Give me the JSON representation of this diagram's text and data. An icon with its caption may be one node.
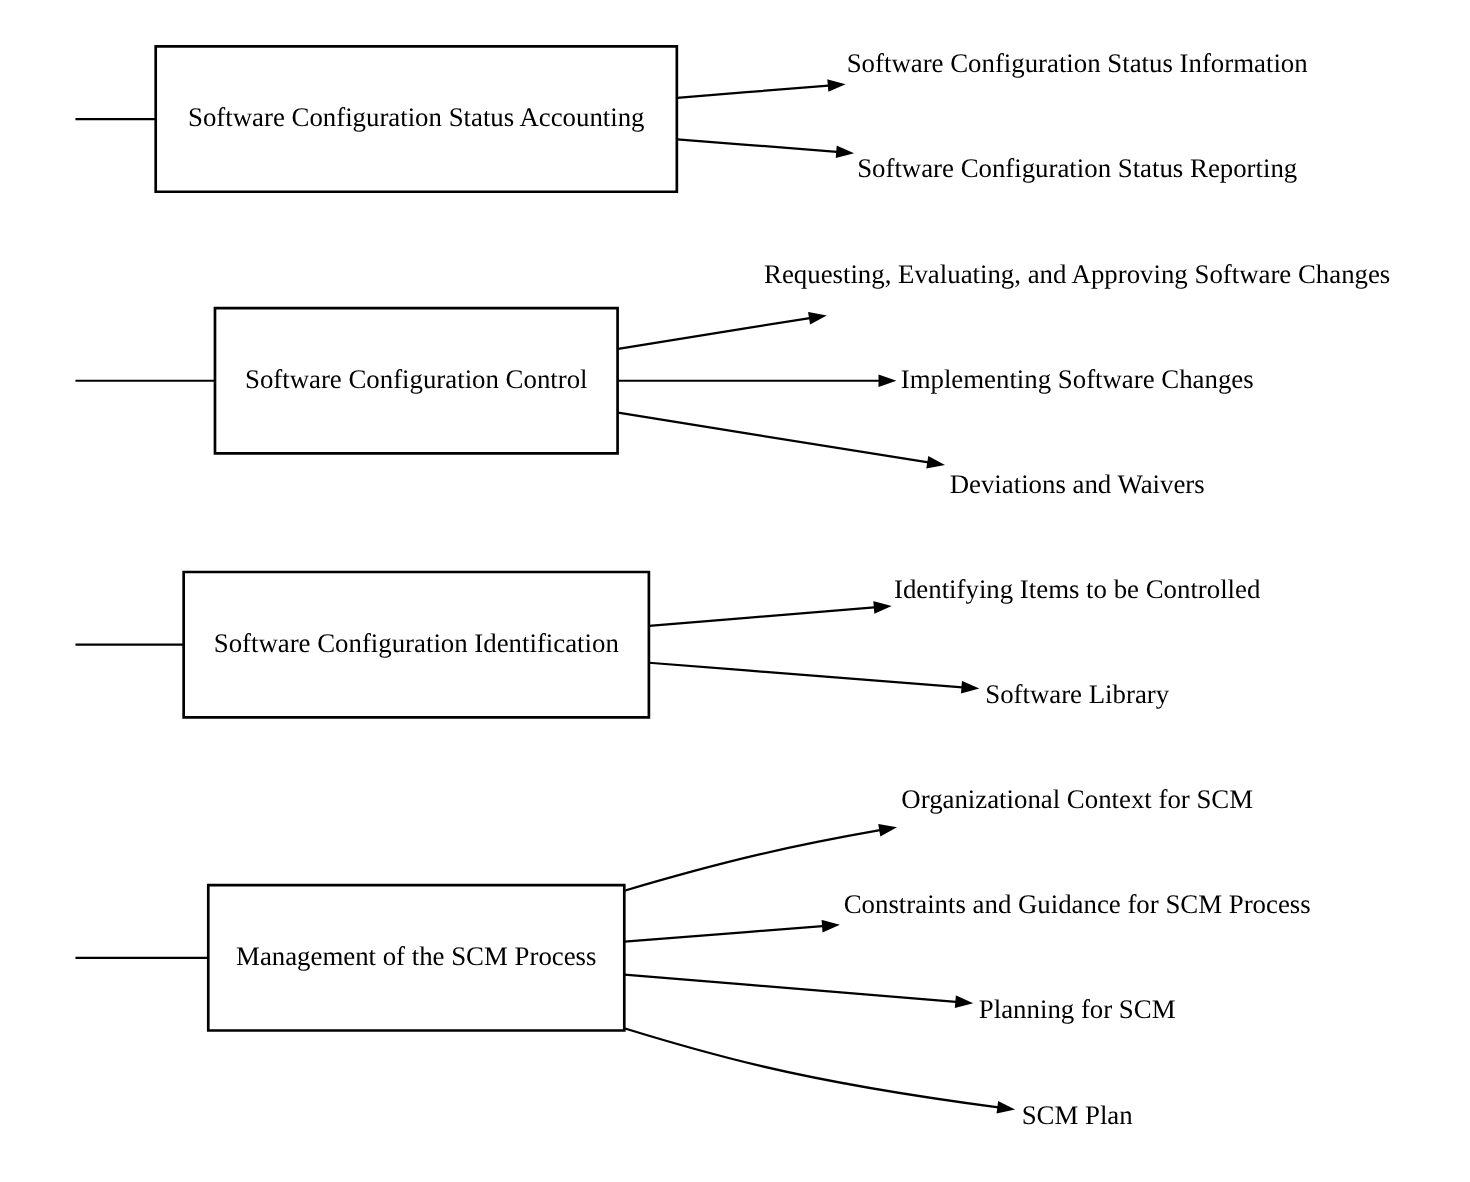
{
  "diagram": {
    "nodes": [
      {
        "text": [
          "Management of the SCM Process"
        ]
      },
      {
        "text": [
          "Software Configuration Identification"
        ]
      },
      {
        "text": [
          "Software Configuration Control"
        ]
      },
      {
        "text": [
          "Software Configuration Status Accounting"
        ]
      },
      {
        "text": [
          "Organizational Context for SCM"
        ]
      },
      {
        "text": [
          "Constraints and Guidance for SCM Process"
        ]
      },
      {
        "text": [
          "Planning for SCM"
        ]
      },
      {
        "text": [
          "SCM Plan"
        ]
      },
      {
        "text": [
          "Identifying Items to be Controlled"
        ]
      },
      {
        "text": [
          "Software Library"
        ]
      },
      {
        "text": [
          "Requesting, Evaluating, and Approving Software Changes"
        ]
      },
      {
        "text": [
          "Implementing Software Changes"
        ]
      },
      {
        "text": [
          "Deviations and Waivers"
        ]
      },
      {
        "text": [
          "Software Configuration Status Information"
        ]
      },
      {
        "text": [
          "Software Configuration Status Reporting"
        ]
      }
    ],
    "edges": [
      {
        "from": null,
        "to": 0,
        "arrow": "none"
      },
      {
        "from": null,
        "to": 1,
        "arrow": "none"
      },
      {
        "from": null,
        "to": 2,
        "arrow": "none"
      },
      {
        "from": null,
        "to": 3,
        "arrow": "none"
      },
      {
        "from": 0,
        "to": 4,
        "arrow": "to"
      },
      {
        "from": 0,
        "to": 5,
        "arrow": "to"
      },
      {
        "from": 0,
        "to": 6,
        "arrow": "to"
      },
      {
        "from": 0,
        "to": 7,
        "arrow": "to"
      },
      {
        "from": 1,
        "to": 8,
        "arrow": "to"
      },
      {
        "from": 1,
        "to": 9,
        "arrow": "to"
      },
      {
        "from": 2,
        "to": 10,
        "arrow": "to"
      },
      {
        "from": 2,
        "to": 11,
        "arrow": "to"
      },
      {
        "from": 2,
        "to": 12,
        "arrow": "to"
      },
      {
        "from": 3,
        "to": 13,
        "arrow": "to"
      },
      {
        "from": 3,
        "to": 14,
        "arrow": "to"
      }
    ]
  }
}
